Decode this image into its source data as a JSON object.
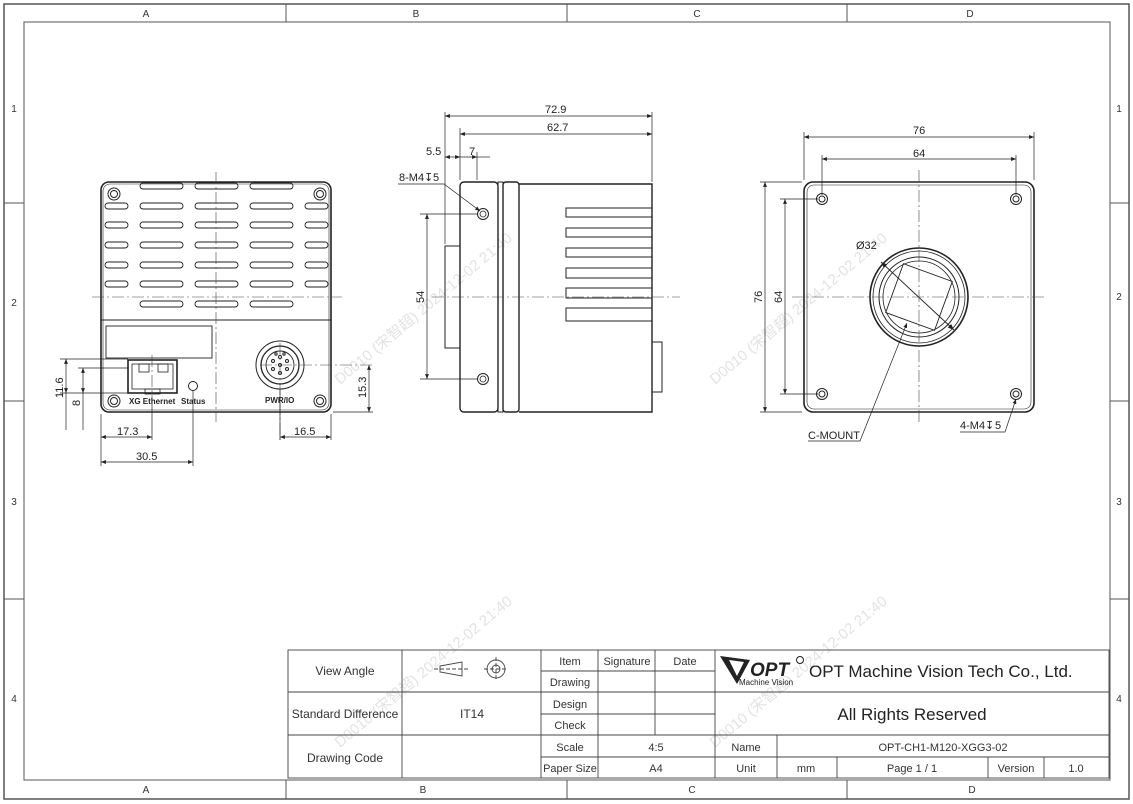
{
  "border": {
    "columns": [
      "A",
      "B",
      "C",
      "D"
    ],
    "rows": [
      "1",
      "2",
      "3",
      "4"
    ]
  },
  "watermark": "D0010 (宋智超) 2024-12-02 21:40",
  "front_view": {
    "labels": {
      "xg_ethernet": "XG Ethernet",
      "status": "Status",
      "pwr_io": "PWR/IO"
    },
    "dims": {
      "d11_6": "11.6",
      "d8": "8",
      "d17_3": "17.3",
      "d30_5": "30.5",
      "d16_5": "16.5",
      "d15_3": "15.3"
    }
  },
  "side_view": {
    "dims": {
      "d72_9": "72.9",
      "d62_7": "62.7",
      "d5_5": "5.5",
      "d7": "7",
      "thread": "8-M4",
      "thread_depth": "5",
      "d54": "54"
    }
  },
  "rear_view": {
    "dims": {
      "d76_top": "76",
      "d64_top": "64",
      "d76_left": "76",
      "d64_left": "64",
      "phi": "Ø32",
      "cmount": "C-MOUNT",
      "thread": "4-M4",
      "thread_depth": "5"
    }
  },
  "title_block": {
    "view_angle": "View Angle",
    "standard_difference": "Standard Difference",
    "standard_value": "IT14",
    "drawing_code": "Drawing Code",
    "item": "Item",
    "signature": "Signature",
    "date": "Date",
    "drawing": "Drawing",
    "design": "Design",
    "check": "Check",
    "scale": "Scale",
    "scale_value": "4:5",
    "paper_size": "Paper Size",
    "paper_value": "A4",
    "company": "OPT Machine Vision Tech Co., Ltd.",
    "logo_text": "OPT",
    "logo_sub": "Machine Vision",
    "rights": "All Rights Reserved",
    "name_label": "Name",
    "name_value": "OPT-CH1-M120-XGG3-02",
    "unit_label": "Unit",
    "unit_value": "mm",
    "page": "Page 1 / 1",
    "version_label": "Version",
    "version_value": "1.0"
  }
}
